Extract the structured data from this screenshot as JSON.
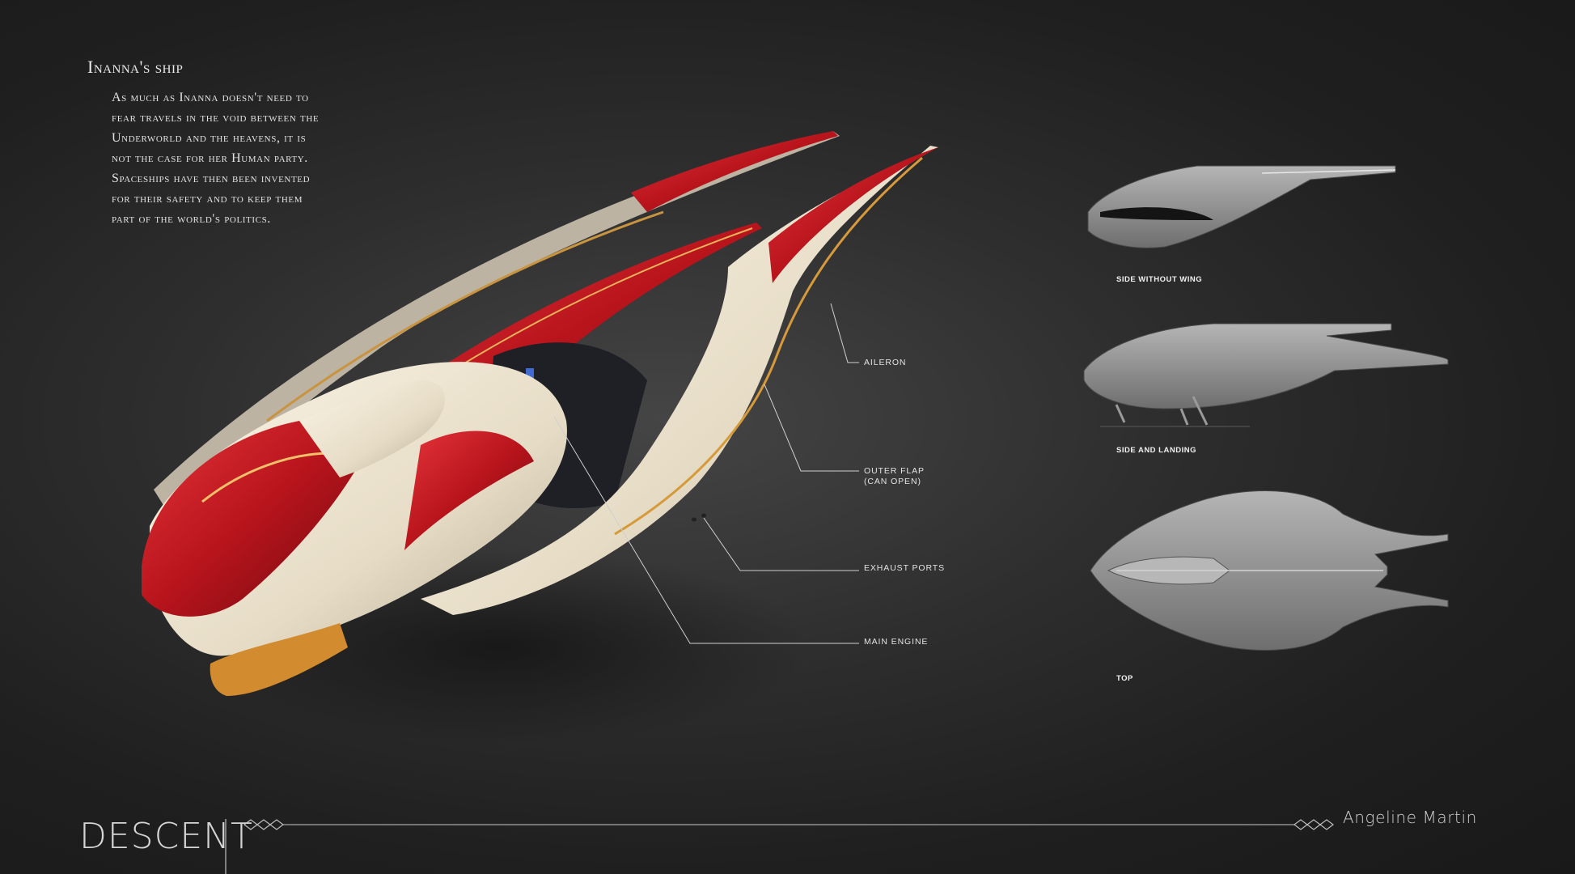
{
  "header": {
    "title": "Inanna's ship",
    "description_lines": [
      "As much as Inanna doesn't need to",
      "fear travels in the void between the",
      "Underworld and the heavens, it is",
      "not the case for her Human party.",
      "Spaceships have then been invented",
      "for their safety and to keep them",
      "part of the world's politics."
    ]
  },
  "callouts": {
    "aileron": "Aileron",
    "outer_flap_line1": "Outer flap",
    "outer_flap_line2": "(can open)",
    "exhaust_ports": "Exhaust ports",
    "main_engine": "Main engine"
  },
  "views": {
    "side_without_wing": "Side without wing",
    "side_and_landing": "Side and landing",
    "top": "Top"
  },
  "footer": {
    "brand": "DESCENT",
    "author": "Angeline Martin"
  },
  "colors": {
    "hull_red": "#b8141c",
    "hull_cream": "#ece3d0",
    "trim_gold": "#d69a3a",
    "engine_glow": "#4a7dff",
    "sketch_gray": "#8f8f8f"
  }
}
